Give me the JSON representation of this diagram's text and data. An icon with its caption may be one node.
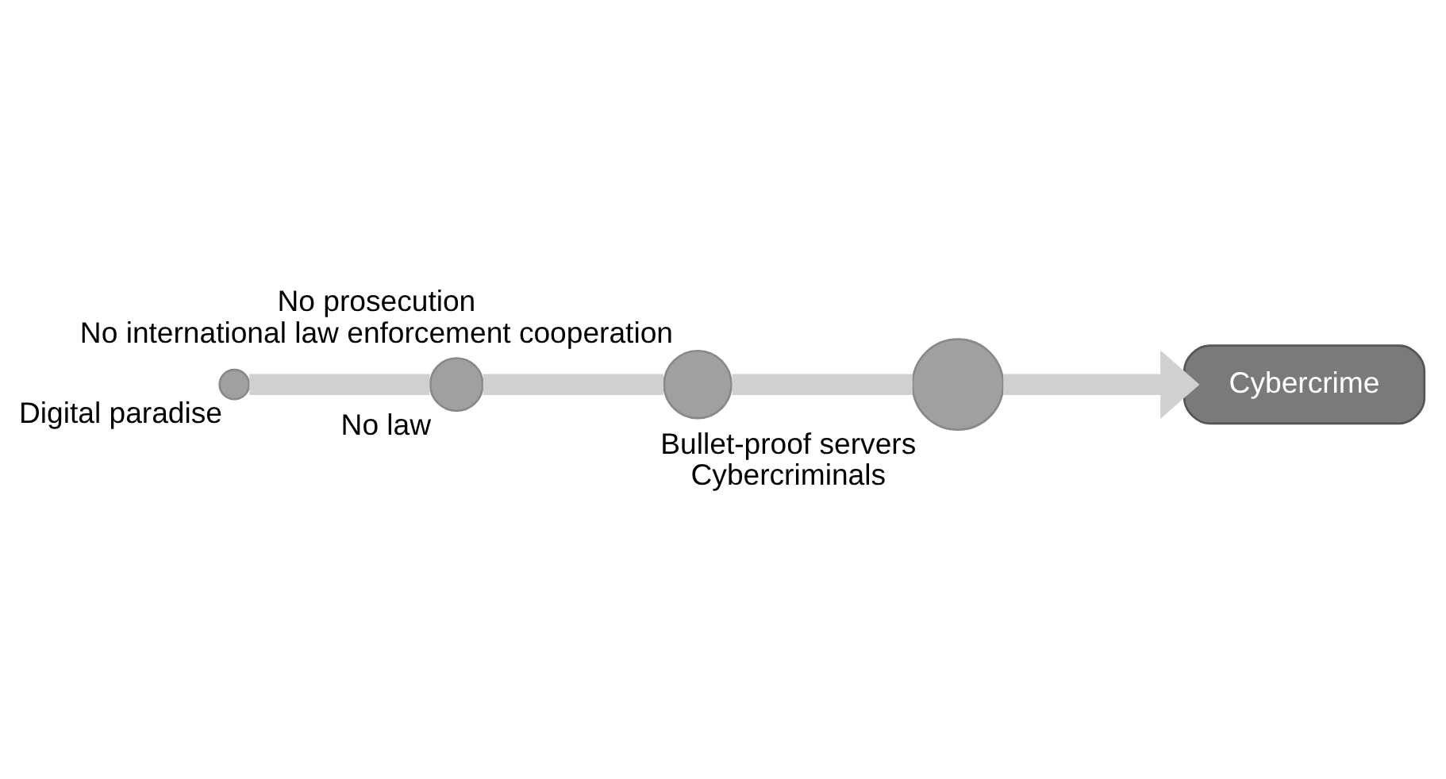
{
  "diagram": {
    "nodes": [
      {
        "text": [],
        "shape": "circle",
        "beside": [
          "Digital paradise"
        ]
      },
      {
        "text": [],
        "shape": "circle",
        "beside": [
          "No law"
        ]
      },
      {
        "text": [],
        "shape": "circle",
        "beside": [
          "No prosecution",
          "No international law enforcement cooperation"
        ]
      },
      {
        "text": [],
        "shape": "circle",
        "beside": [
          "Bullet-proof servers",
          "Cybercriminals"
        ]
      },
      {
        "text": [
          "Cybercrime"
        ]
      }
    ],
    "edges": [
      {
        "from": 0,
        "to": 1,
        "arrow": "none"
      },
      {
        "from": 1,
        "to": 2,
        "arrow": "none"
      },
      {
        "from": 2,
        "to": 3,
        "arrow": "none"
      },
      {
        "from": 3,
        "to": 4,
        "arrow": "to"
      }
    ]
  }
}
